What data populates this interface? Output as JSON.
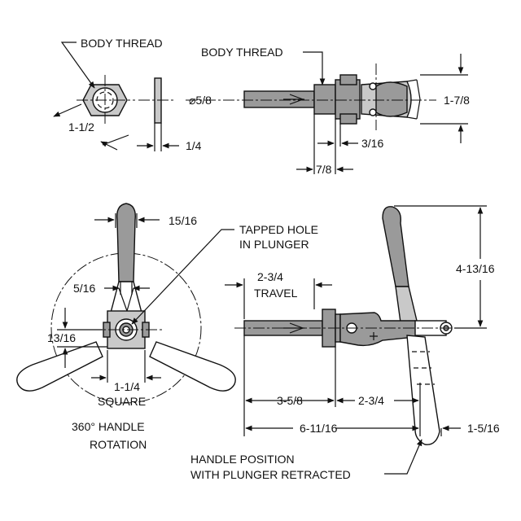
{
  "labels": {
    "body_thread_left": "BODY THREAD",
    "body_thread_top": "BODY THREAD",
    "tapped_hole_line1": "TAPPED HOLE",
    "tapped_hole_line2": "IN PLUNGER",
    "travel_label": "TRAVEL",
    "square_label": "SQUARE",
    "rotation_line1": "360° HANDLE",
    "rotation_line2": "ROTATION",
    "handle_pos_line1": "HANDLE POSITION",
    "handle_pos_line2": "WITH PLUNGER RETRACTED"
  },
  "dimensions": {
    "hex_across_flats": "1-1/2",
    "washer_thickness": "1/4",
    "plunger_dia": "⌀5/8",
    "height_top": "1-7/8",
    "gap_3_16": "3/16",
    "nut_7_8": "7/8",
    "handle_width": "15/16",
    "tapped_5_16": "5/16",
    "offset_13_16": "13/16",
    "square_size": "1-1/4",
    "travel": "2-3/4",
    "height_side": "4-13/16",
    "length_3_5_8": "3-5/8",
    "length_2_3_4": "2-3/4",
    "overall_length": "6-11/16",
    "extension_1_5_16": "1-5/16"
  },
  "colors": {
    "part": "#9a9a9a",
    "line": "#111111"
  }
}
